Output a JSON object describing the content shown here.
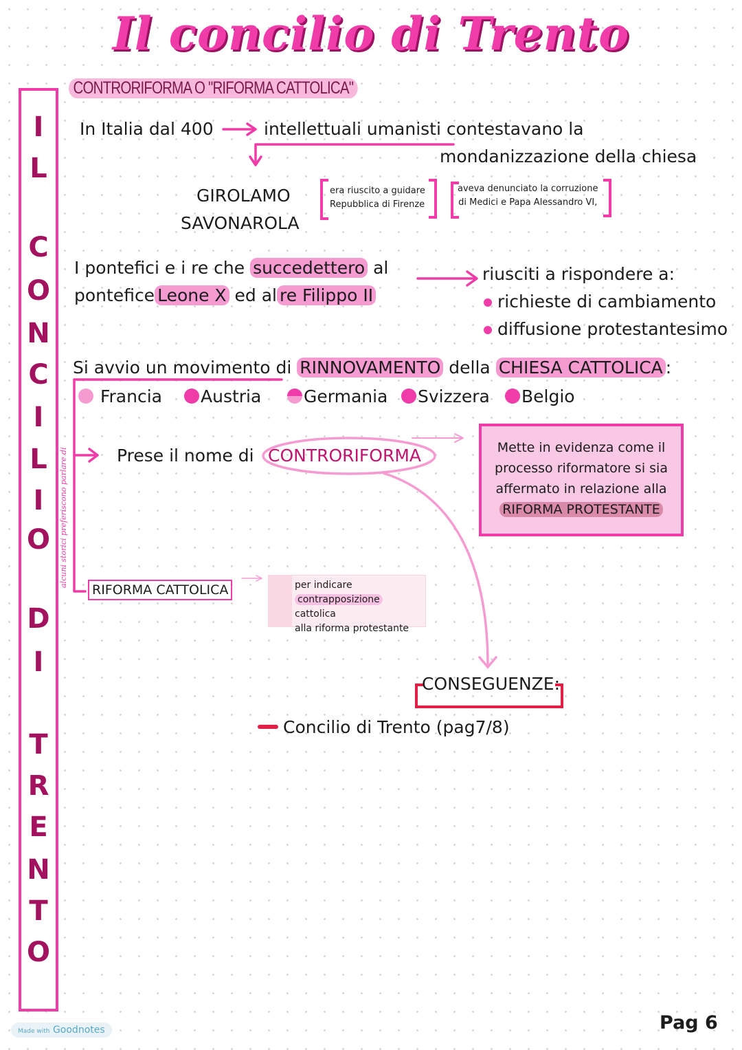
{
  "title": "Il concilio di Trento",
  "subtitle": "CONTRORIFORMA O \"RIFORMA CATTOLICA\"",
  "side_letters": [
    "I",
    "L",
    "C",
    "O",
    "N",
    "C",
    "I",
    "L",
    "I",
    "O",
    "D",
    "I",
    "T",
    "R",
    "E",
    "N",
    "T",
    "O"
  ],
  "intro": {
    "left": "In Italia dal 400",
    "right": "intellettuali umanisti contestavano la",
    "right2": "mondanizzazione della chiesa"
  },
  "savonarola": {
    "name1": "GIROLAMO",
    "name2": "SAVONAROLA",
    "note1a": "era riuscito a guidare",
    "note1b": "Repubblica di Firenze",
    "note2a": "aveva denunciato la corruzione",
    "note2b": "di Medici e Papa Alessandro VI,"
  },
  "pontefici": {
    "l1a": "I pontefici e i re che",
    "l1hl": "succedettero",
    "l1b": "al",
    "l2a": "pontefice",
    "l2hl": "Leone X",
    "l2b": "ed al",
    "l2hl2": "re Filippo II",
    "r1": "riusciti a rispondere a:",
    "b1": "richieste di cambiamento",
    "b2": "diffusione protestantesimo"
  },
  "movimento": {
    "a": "Si avvio un movimento",
    "b": "di",
    "hl1": "RINNOVAMENTO",
    "c": "della",
    "hl2": "CHIESA CATTOLICA",
    "d": ":"
  },
  "countries": [
    {
      "name": "Francia",
      "color": "#f59bd2"
    },
    {
      "name": "Austria",
      "color": "#f03ca8"
    },
    {
      "name": "Germania",
      "color": "#f59bd2"
    },
    {
      "name": "Svizzera",
      "color": "#f03ca8"
    },
    {
      "name": "Belgio",
      "color": "#f03ca8"
    }
  ],
  "controriforma": {
    "prefix": "Prese il nome di",
    "word": "CONTRORIFORMA"
  },
  "evidence": {
    "l1": "Mette in evidenza come il",
    "l2": "processo riformatore si sia",
    "l3": "affermato in relazione alla",
    "hl": "RIFORMA PROTESTANTE"
  },
  "vertical_note": "alcuni storici preferiscono parlare di",
  "riforma_cattolica": "RIFORMA CATTOLICA",
  "note": {
    "l1": "per indicare",
    "hl": "contrapposizione",
    "l2": "cattolica",
    "l3": "alla riforma protestante"
  },
  "conseguenze": "CONSEGUENZE:",
  "concilio_item": "Concilio di Trento (pag7/8)",
  "made_with": {
    "small": "Made with",
    "brand": "Goodnotes"
  },
  "page_number": "Pag 6"
}
